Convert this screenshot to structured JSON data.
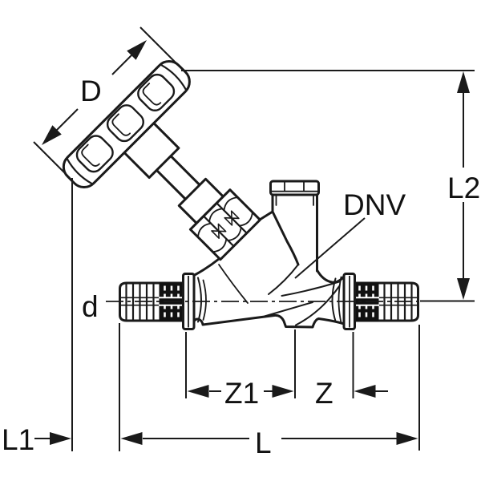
{
  "drawing": {
    "type": "technical-dimension-drawing",
    "subject": "angle-seat stop valve with press-fit connectors and handwheel",
    "labels": {
      "D": "D",
      "L2": "L2",
      "DNV": "DNV",
      "d": "d",
      "Z1": "Z1",
      "Z": "Z",
      "L": "L",
      "L1": "L1"
    },
    "colors": {
      "line": "#1a1a1a",
      "fill": "#ffffff"
    }
  }
}
